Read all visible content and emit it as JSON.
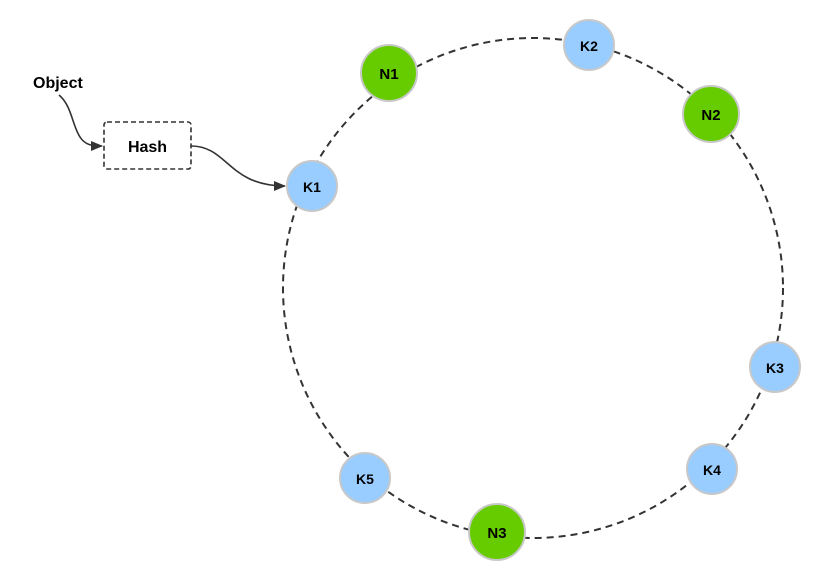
{
  "diagram": {
    "object_label": "Object",
    "hash_label": "Hash",
    "nodes": [
      {
        "id": "n1",
        "label": "N1",
        "kind": "server"
      },
      {
        "id": "k2",
        "label": "K2",
        "kind": "key"
      },
      {
        "id": "n2",
        "label": "N2",
        "kind": "server"
      },
      {
        "id": "k1",
        "label": "K1",
        "kind": "key"
      },
      {
        "id": "k3",
        "label": "K3",
        "kind": "key"
      },
      {
        "id": "k4",
        "label": "K4",
        "kind": "key"
      },
      {
        "id": "k5",
        "label": "K5",
        "kind": "key"
      },
      {
        "id": "n3",
        "label": "N3",
        "kind": "server"
      }
    ]
  },
  "colors": {
    "server_fill": "#66cc00",
    "key_fill": "#99ccff",
    "node_stroke": "#c8c8c8",
    "ring_stroke": "#333333",
    "arrow": "#333333",
    "text": "#000000"
  }
}
